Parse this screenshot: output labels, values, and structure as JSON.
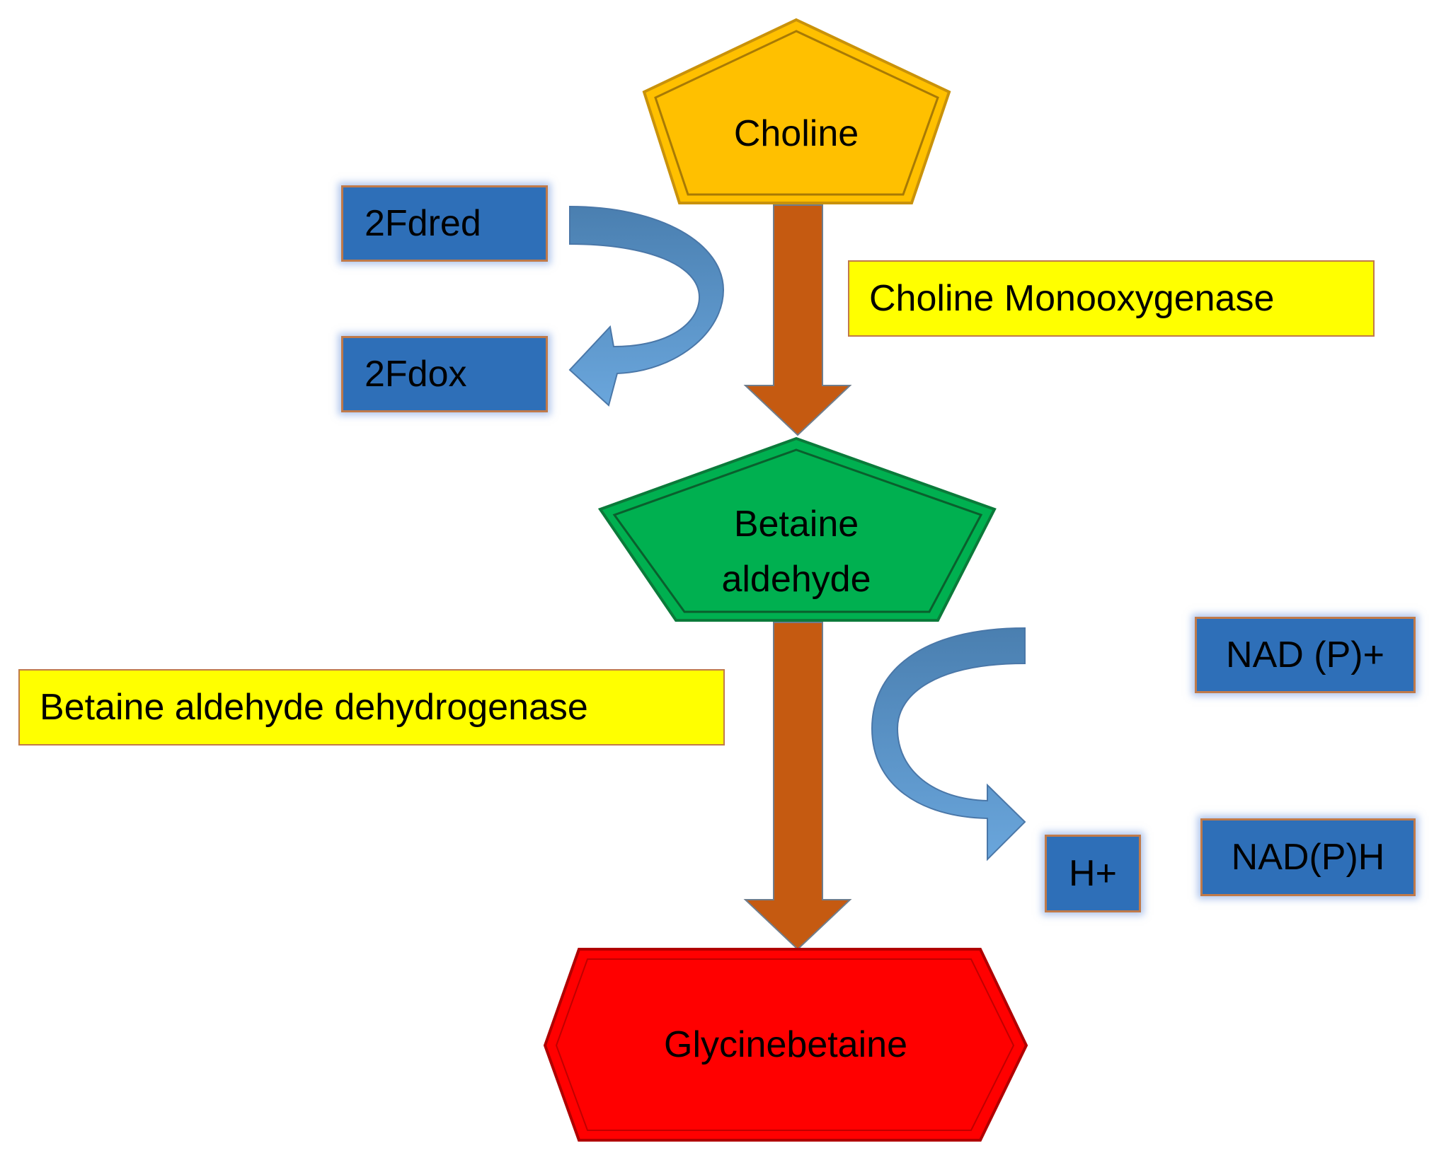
{
  "nodes": {
    "choline": {
      "label": "Choline",
      "fill": "#ffc000",
      "stroke": "#c9920a"
    },
    "betaine_aldehyde": {
      "label_line1": "Betaine",
      "label_line2": "aldehyde",
      "fill": "#00b050",
      "stroke": "#0b7a3a"
    },
    "glycinebetaine": {
      "label": "Glycinebetaine",
      "fill": "#ff0000",
      "stroke": "#b00000"
    }
  },
  "enzymes": {
    "choline_monooxygenase": "Choline Monooxygenase",
    "betaine_aldehyde_dehydrogenase": "Betaine aldehyde dehydrogenase"
  },
  "cofactors": {
    "fd_red": "2Fdred",
    "fd_ox": "2Fdox",
    "nadp_plus": "NAD (P)+",
    "h_plus": "H+",
    "nadph": "NAD(P)H"
  },
  "colors": {
    "main_arrow": "#c55a11",
    "side_arrow": "#5b9bd5",
    "cofactor_box": "#2e6fb8",
    "enzyme_box": "#ffff00"
  }
}
